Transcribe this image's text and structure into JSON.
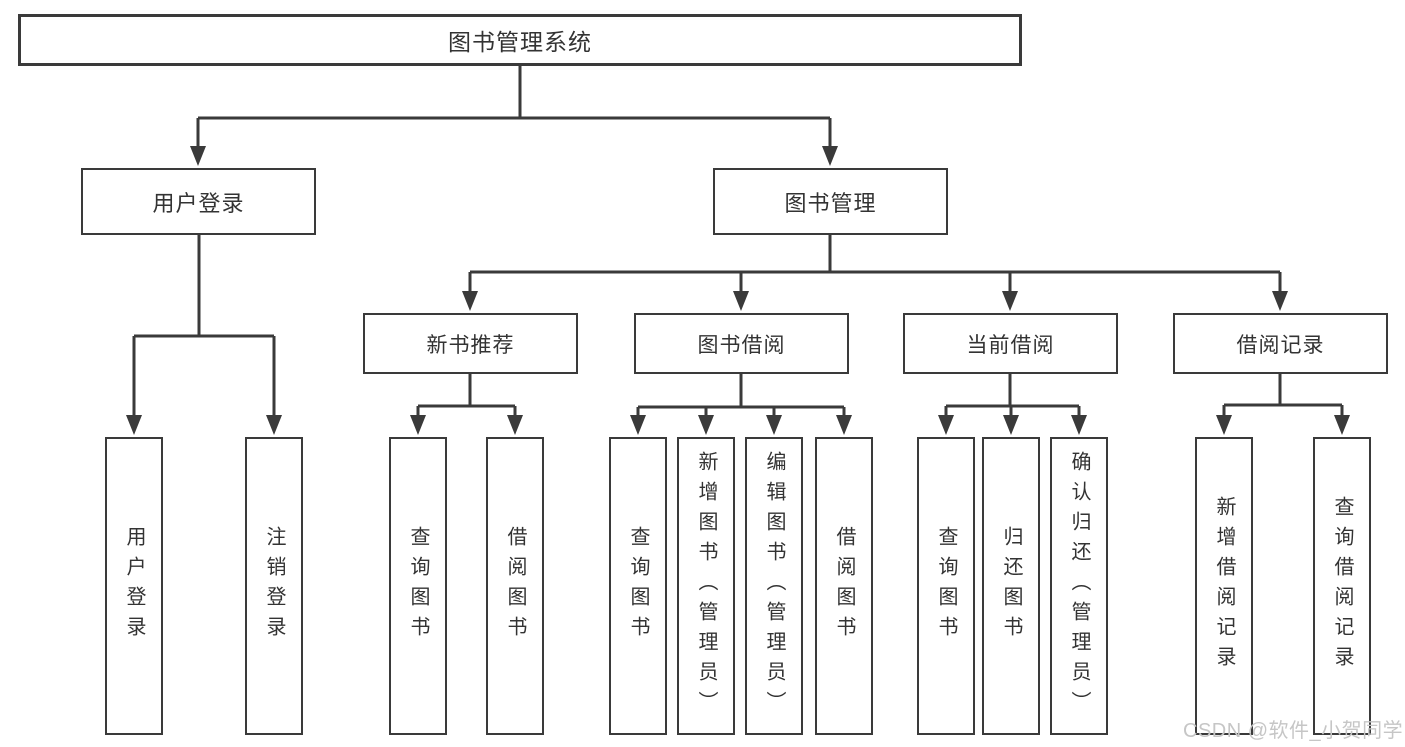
{
  "diagram": {
    "root": {
      "label": "图书管理系统"
    },
    "level2": [
      {
        "label": "用户登录"
      },
      {
        "label": "图书管理"
      }
    ],
    "level3": [
      {
        "label": "新书推荐"
      },
      {
        "label": "图书借阅"
      },
      {
        "label": "当前借阅"
      },
      {
        "label": "借阅记录"
      }
    ],
    "leaves": [
      {
        "parent": "用户登录",
        "label": "用户登录"
      },
      {
        "parent": "用户登录",
        "label": "注销登录"
      },
      {
        "parent": "新书推荐",
        "label": "查询图书"
      },
      {
        "parent": "新书推荐",
        "label": "借阅图书"
      },
      {
        "parent": "图书借阅",
        "label": "查询图书"
      },
      {
        "parent": "图书借阅",
        "label": "新增图书（管理员）"
      },
      {
        "parent": "图书借阅",
        "label": "编辑图书（管理员）"
      },
      {
        "parent": "图书借阅",
        "label": "借阅图书"
      },
      {
        "parent": "当前借阅",
        "label": "查询图书"
      },
      {
        "parent": "当前借阅",
        "label": "归还图书"
      },
      {
        "parent": "当前借阅",
        "label": "确认归还（管理员）"
      },
      {
        "parent": "借阅记录",
        "label": "新增借阅记录"
      },
      {
        "parent": "借阅记录",
        "label": "查询借阅记录"
      }
    ]
  },
  "watermark": {
    "text": "CSDN @软件_小贺同学",
    "color": "#c6c6c6"
  },
  "colors": {
    "line": "#3a3a3a",
    "box_border": "#3a3a3a",
    "box_background": "#ffffff",
    "text": "#333333",
    "page_background": "#ffffff"
  }
}
